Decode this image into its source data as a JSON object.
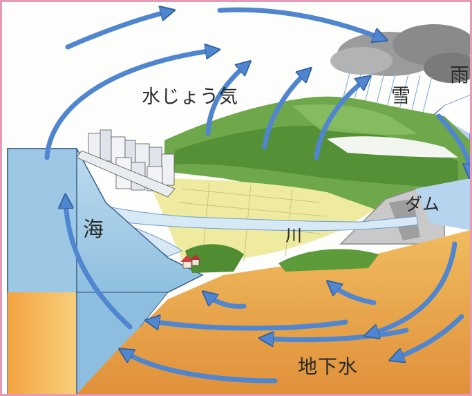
{
  "labels": {
    "water_vapor": "水じょう気",
    "snow": "雪",
    "rain": "雨",
    "dam": "ダム",
    "river": "川",
    "sea": "海",
    "groundwater": "地下水"
  },
  "colors": {
    "border": "#e59ab8",
    "arrow": "#4f86cf",
    "sea": "#a9cfe8",
    "forest": "#5a9a3a",
    "field": "#eeeba0",
    "ground": "#e8a84a",
    "cloud": "#8c8c8c"
  }
}
